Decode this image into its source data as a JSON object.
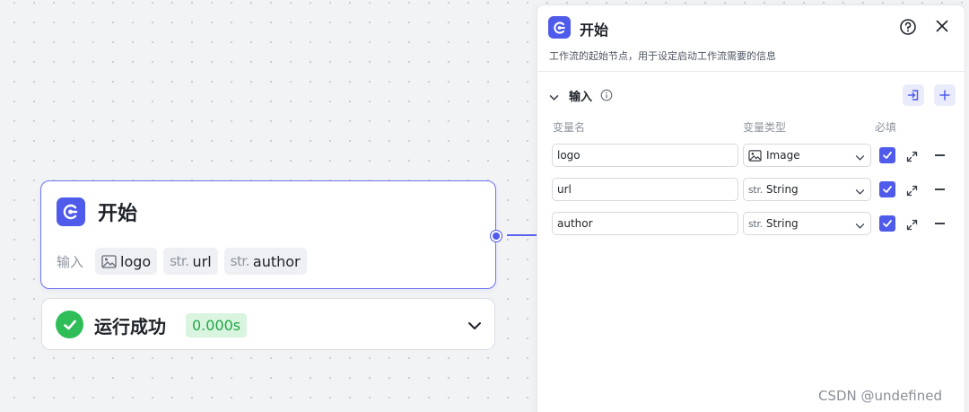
{
  "canvas_node": {
    "title": "开始",
    "inputs_label": "输入",
    "inputs": [
      {
        "type_prefix": "",
        "type_icon": "image-icon",
        "name": "logo"
      },
      {
        "type_prefix": "str.",
        "name": "url"
      },
      {
        "type_prefix": "str.",
        "name": "author"
      }
    ]
  },
  "run_status": {
    "text": "运行成功",
    "time": "0.000s"
  },
  "panel": {
    "title": "开始",
    "description": "工作流的起始节点，用于设定启动工作流需要的信息",
    "section_title": "输入",
    "columns": {
      "name": "变量名",
      "type": "变量类型",
      "required": "必填"
    },
    "variables": [
      {
        "name": "logo",
        "type_prefix": "",
        "type_icon": "image-icon",
        "type": "Image",
        "required": true
      },
      {
        "name": "url",
        "type_prefix": "str.",
        "type": "String",
        "required": true
      },
      {
        "name": "author",
        "type_prefix": "str.",
        "type": "String",
        "required": true
      }
    ]
  },
  "watermark": "CSDN @undefined",
  "colors": {
    "accent": "#4f5bea",
    "success": "#2fbd58",
    "success_bg": "#d9f5df"
  }
}
